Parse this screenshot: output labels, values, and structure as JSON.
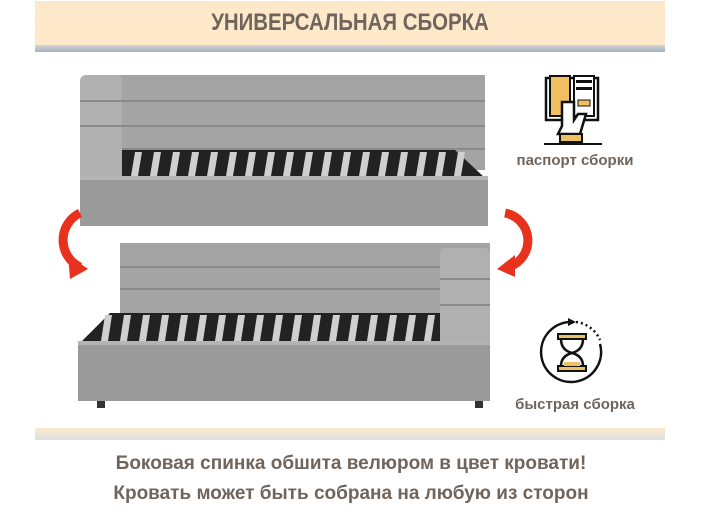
{
  "header": {
    "title": "УНИВЕРСАЛЬНАЯ СБОРКА"
  },
  "features": [
    {
      "icon": "manual-book-icon",
      "label": "паспорт сборки"
    },
    {
      "icon": "hourglass-icon",
      "label": "быстрая сборка"
    }
  ],
  "footer": {
    "line1": "Боковая спинка обшита велюром в цвет кровати!",
    "line2": "Кровать может быть собрана на любую из сторон"
  },
  "colors": {
    "arrow": "#e8321e",
    "accent": "#f0c060",
    "text": "#6f655d",
    "bed": "#9c9c9c"
  }
}
